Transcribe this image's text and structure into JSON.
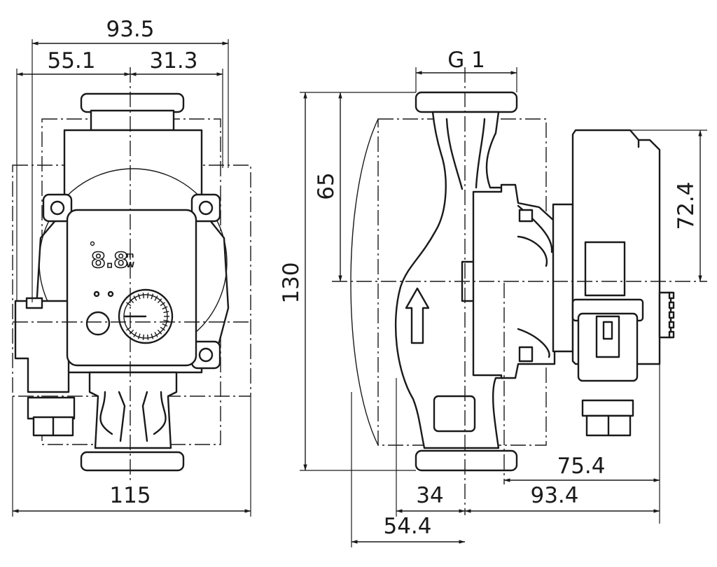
{
  "dimensions": {
    "front_width_top": "93.5",
    "front_left_offset": "55.1",
    "front_right_offset": "31.3",
    "front_total_width": "115",
    "thread": "G 1",
    "side_upper_height": "65",
    "side_total_height": "130",
    "motor_upper_height": "72.4",
    "depth_to_box": "75.4",
    "depth_right": "93.4",
    "depth_mid": "34",
    "depth_left": "54.4"
  },
  "display": {
    "digits": "8.8",
    "unit_top": "m",
    "unit_bottom": "W"
  }
}
